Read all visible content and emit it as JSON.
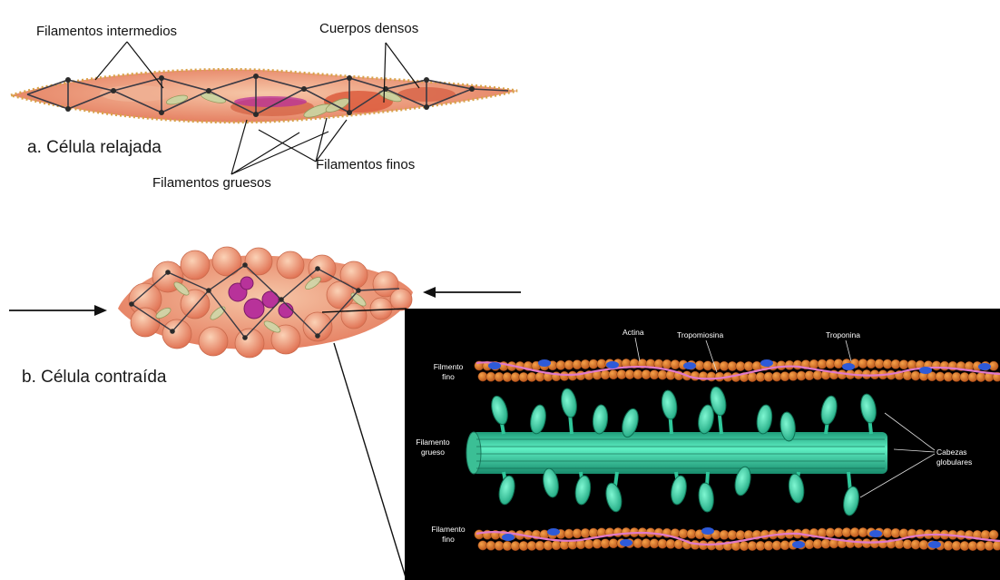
{
  "relaxed_cell": {
    "caption": "a. Célula relajada",
    "labels": {
      "intermediate_filaments": "Filamentos intermedios",
      "dense_bodies": "Cuerpos densos",
      "thin_filaments": "Filamentos finos",
      "thick_filaments": "Filamentos gruesos"
    }
  },
  "contracted_cell": {
    "caption": "b. Célula contraída"
  },
  "inset": {
    "labels": {
      "actin": "Actina",
      "tropomyosin": "Tropomiosina",
      "troponin": "Troponina",
      "thin_filament_top_1": "Filmento",
      "thin_filament_top_2": "fino",
      "thick_filament_1": "Filamento",
      "thick_filament_2": "grueso",
      "globular_heads_1": "Cabezas",
      "globular_heads_2": "globulares",
      "thin_filament_bottom_1": "Filamento",
      "thin_filament_bottom_2": "fino"
    }
  },
  "colors": {
    "cell_fill": "#e8876a",
    "cell_light": "#f4c3a6",
    "dense_body": "#2b2b2b",
    "membrane_dots": "#e2b14a",
    "purple_nucleus": "#b8329a",
    "inset_bg": "#000000",
    "actin": "#e0782a",
    "tropomyosin": "#e07ac8",
    "troponin": "#2e5ad8",
    "myosin": "#33d9a8"
  }
}
